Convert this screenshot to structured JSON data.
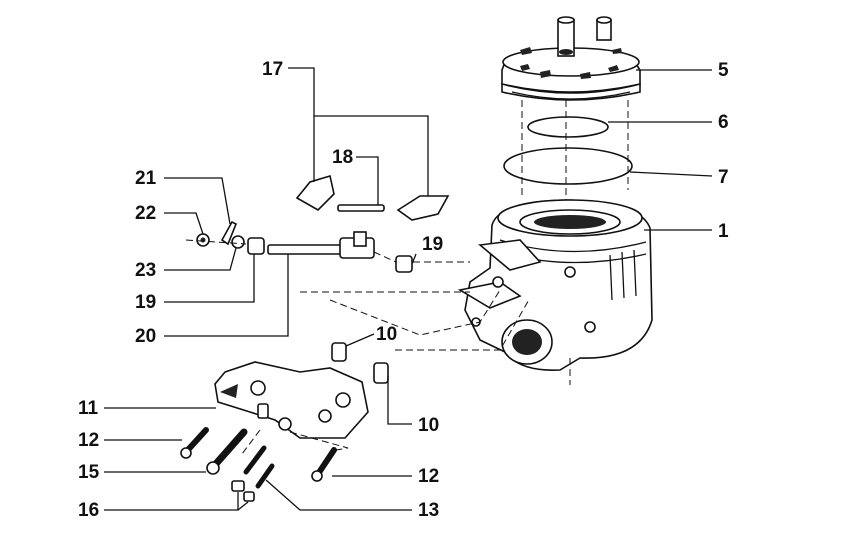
{
  "diagram": {
    "callouts": [
      {
        "id": "c17",
        "text": "17"
      },
      {
        "id": "c18",
        "text": "18"
      },
      {
        "id": "c21",
        "text": "21"
      },
      {
        "id": "c22",
        "text": "22"
      },
      {
        "id": "c23",
        "text": "23"
      },
      {
        "id": "c19a",
        "text": "19"
      },
      {
        "id": "c19b",
        "text": "19"
      },
      {
        "id": "c20",
        "text": "20"
      },
      {
        "id": "c5",
        "text": "5"
      },
      {
        "id": "c6",
        "text": "6"
      },
      {
        "id": "c7",
        "text": "7"
      },
      {
        "id": "c1",
        "text": "1"
      },
      {
        "id": "c10a",
        "text": "10"
      },
      {
        "id": "c10b",
        "text": "10"
      },
      {
        "id": "c11",
        "text": "11"
      },
      {
        "id": "c12a",
        "text": "12"
      },
      {
        "id": "c12b",
        "text": "12"
      },
      {
        "id": "c15",
        "text": "15"
      },
      {
        "id": "c13",
        "text": "13"
      },
      {
        "id": "c16",
        "text": "16"
      }
    ]
  }
}
